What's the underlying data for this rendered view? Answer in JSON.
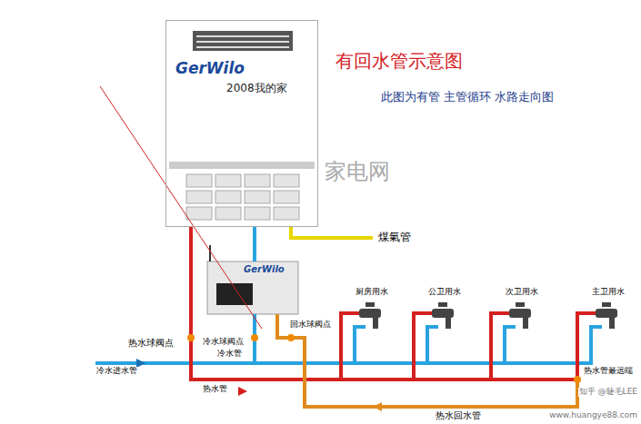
{
  "diagram": {
    "title": "有回水管示意图",
    "caption": "此图为有管 主管循环 水路走向图",
    "nodes": [
      {
        "text": [
          "GerWilo",
          "2008我的家"
        ]
      },
      {
        "text": [
          "GerWilo"
        ]
      }
    ],
    "edges": [
      {
        "from": 1,
        "to": 0,
        "arrow": "none"
      }
    ],
    "labels": [
      "热水球阀点",
      "冷水球阀点",
      "冷水管",
      "回水球阀点",
      "冷水进水管",
      "热水管",
      "热水回水管",
      "热水管最远端",
      "煤氣管",
      "厨房用水",
      "公卫用水",
      "次卫用水",
      "主卫用水",
      "家电网",
      "知乎 @睫毛LEE",
      "www.huangye88.com"
    ]
  }
}
